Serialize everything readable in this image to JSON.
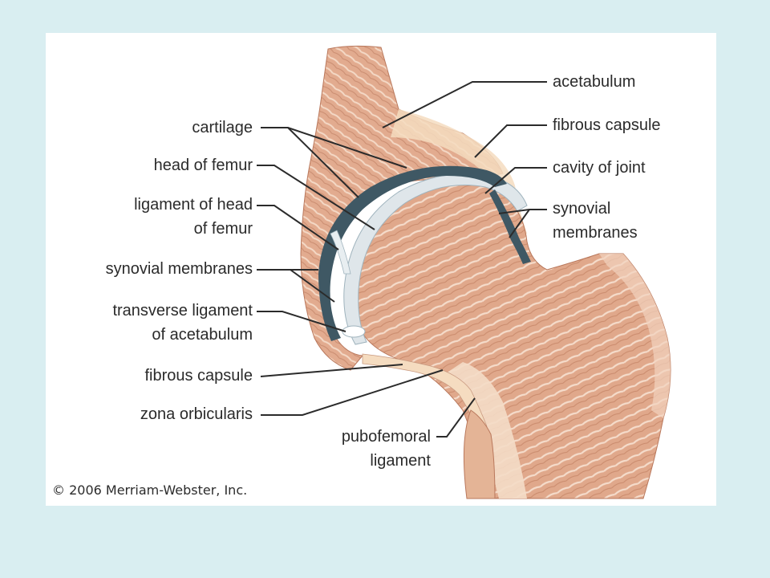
{
  "diagram": {
    "labels": {
      "acetabulum": "acetabulum",
      "fibrous_capsule_right": "fibrous capsule",
      "cavity_of_joint": "cavity of joint",
      "synovial_membranes_right_1": "synovial",
      "synovial_membranes_right_2": "membranes",
      "cartilage": "cartilage",
      "head_of_femur": "head of femur",
      "ligament_of_head_1": "ligament of head",
      "ligament_of_head_2": "of femur",
      "synovial_membranes_left": "synovial membranes",
      "transverse_ligament_1": "transverse ligament",
      "transverse_ligament_2": "of acetabulum",
      "fibrous_capsule_left": "fibrous capsule",
      "zona_orbicularis": "zona orbicularis",
      "pubofemoral_1": "pubofemoral",
      "pubofemoral_2": "ligament"
    },
    "copyright": "© 2006 Merriam-Webster, Inc.",
    "colors": {
      "background": "#d9eef1",
      "panel": "#ffffff",
      "bone": "#e2ab8f",
      "bone_light": "#f2d3bf",
      "cartilage": "#dfe6ea",
      "cavity": "#3f5864",
      "capsule": "#f5dcc0",
      "leader": "#2b2b2b"
    }
  }
}
